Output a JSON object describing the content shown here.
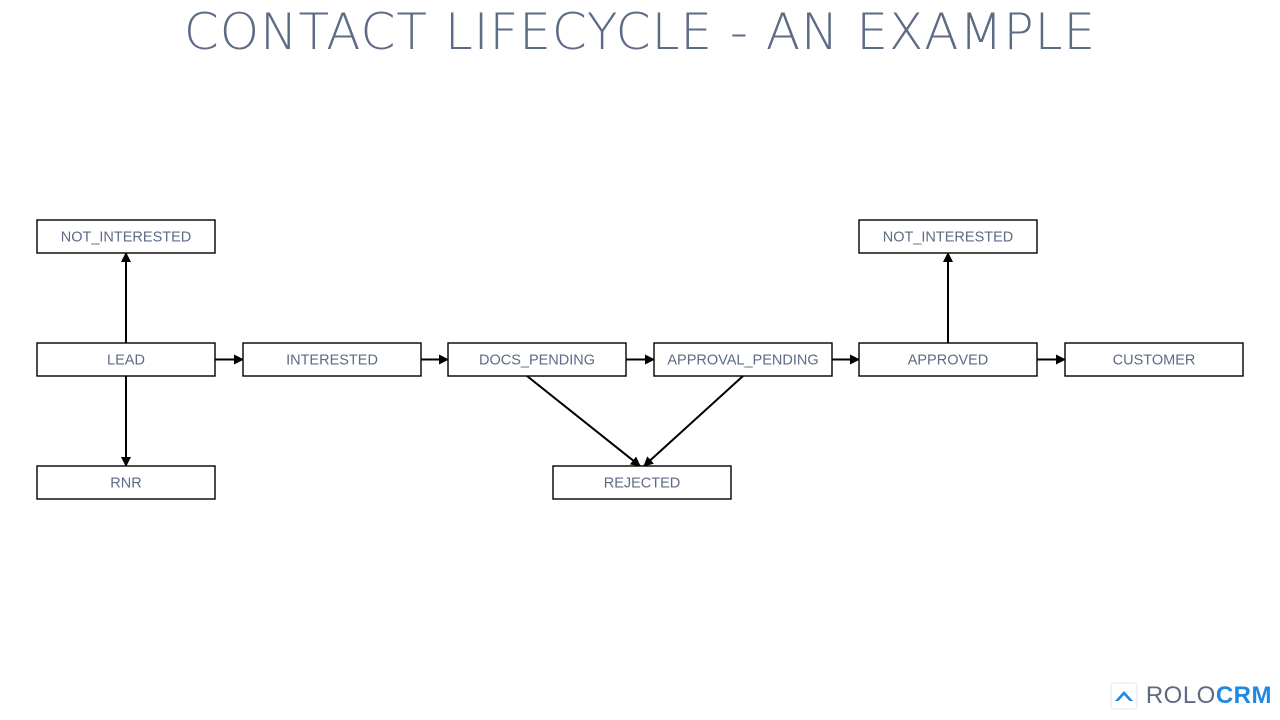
{
  "title": "CONTACT LIFECYCLE - AN EXAMPLE",
  "diagram": {
    "nodes": [
      {
        "id": "not_interested_1",
        "label": "NOT_INTERESTED"
      },
      {
        "id": "lead",
        "label": "LEAD"
      },
      {
        "id": "rnr",
        "label": "RNR"
      },
      {
        "id": "interested",
        "label": "INTERESTED"
      },
      {
        "id": "docs_pending",
        "label": "DOCS_PENDING"
      },
      {
        "id": "approval_pending",
        "label": "APPROVAL_PENDING"
      },
      {
        "id": "rejected",
        "label": "REJECTED"
      },
      {
        "id": "not_interested_2",
        "label": "NOT_INTERESTED"
      },
      {
        "id": "approved",
        "label": "APPROVED"
      },
      {
        "id": "customer",
        "label": "CUSTOMER"
      }
    ],
    "edges": [
      {
        "from": "lead",
        "to": "not_interested_1"
      },
      {
        "from": "lead",
        "to": "rnr"
      },
      {
        "from": "lead",
        "to": "interested"
      },
      {
        "from": "interested",
        "to": "docs_pending"
      },
      {
        "from": "docs_pending",
        "to": "approval_pending"
      },
      {
        "from": "docs_pending",
        "to": "rejected"
      },
      {
        "from": "approval_pending",
        "to": "rejected"
      },
      {
        "from": "approval_pending",
        "to": "approved"
      },
      {
        "from": "approved",
        "to": "not_interested_2"
      },
      {
        "from": "approved",
        "to": "customer"
      }
    ]
  },
  "logo": {
    "word_part1": "ROLO",
    "word_part2": "CRM",
    "icon": "chevron-up-icon",
    "colors": {
      "primary": "#1e88e5",
      "text": "#5d6b85"
    }
  }
}
